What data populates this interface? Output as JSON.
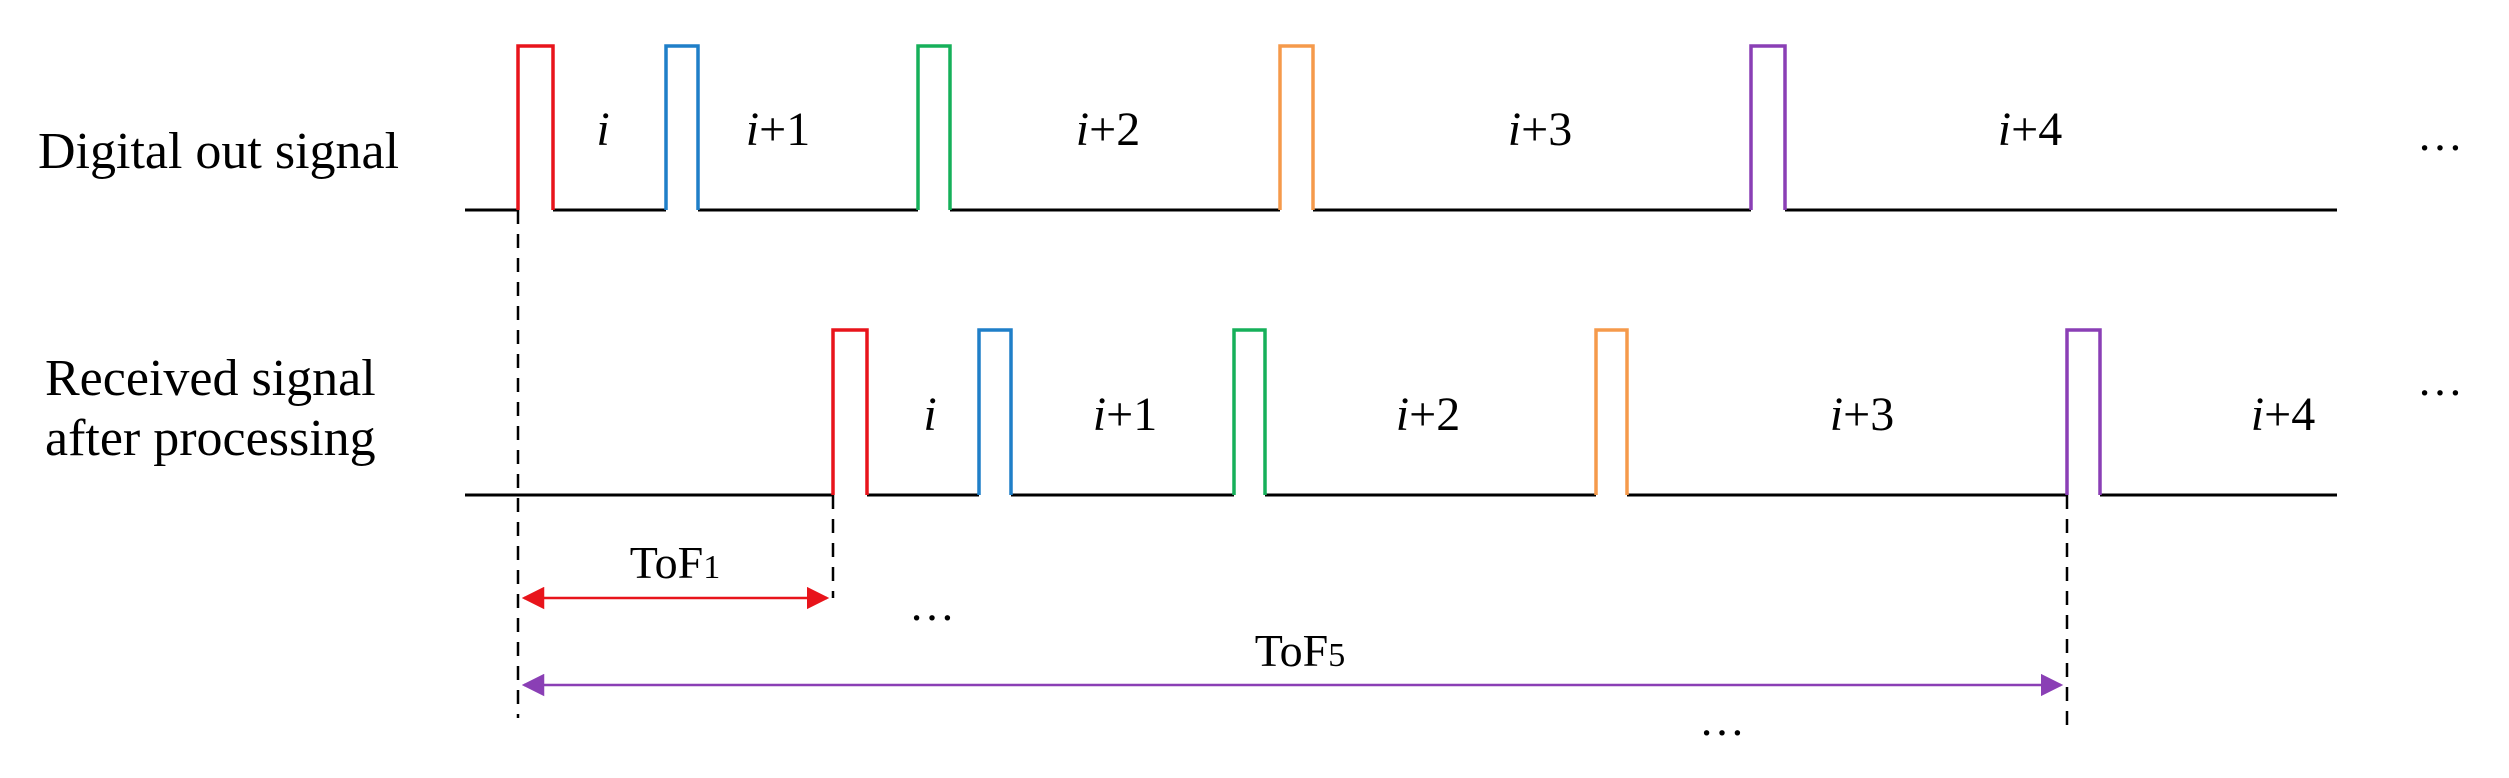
{
  "rows": {
    "digital": {
      "label": "Digital out signal",
      "periods": [
        "i",
        "+1",
        "+2",
        "+3",
        "+4"
      ],
      "ellipsis": "…"
    },
    "received": {
      "label_line1": "Received  signal",
      "label_line2": "after processing",
      "periods": [
        "i",
        "+1",
        "+2",
        "+3",
        "+4"
      ],
      "ellipsis": "…"
    }
  },
  "period_var": "i",
  "pulse_colors": [
    "#e8141b",
    "#1f7fc8",
    "#16b05a",
    "#f59a4b",
    "#8a3fb5"
  ],
  "measurements": {
    "tof1": {
      "label": "ToF",
      "subscript": "1",
      "color": "#e8141b",
      "ellipsis": "…"
    },
    "tof5": {
      "label": "ToF",
      "subscript": "5",
      "color": "#8a3fb5",
      "ellipsis": "…"
    }
  }
}
